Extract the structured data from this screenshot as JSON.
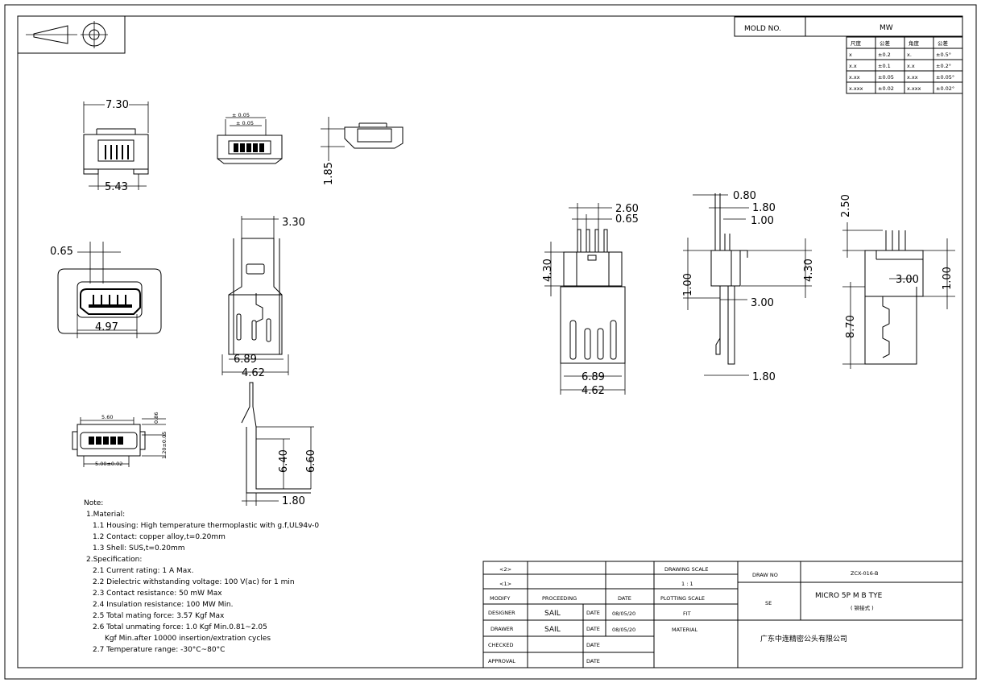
{
  "mold": {
    "label": "MOLD NO.",
    "value": "MW"
  },
  "tolerance": {
    "headers": [
      "尺度",
      "公差",
      "角度",
      "公差"
    ],
    "rows": [
      [
        "x",
        "±0.2",
        "x.",
        "±0.5°"
      ],
      [
        "x.x",
        "±0.1",
        "x.x",
        "±0.2°"
      ],
      [
        "x.xx",
        "±0.05",
        "x.xx",
        "±0.05°"
      ],
      [
        "x.xxx",
        "±0.02",
        "x.xxx",
        "±0.02°"
      ]
    ]
  },
  "dims": {
    "top_width": "7.30",
    "top_base": "5.43",
    "side_height": "1.85",
    "front_left": "0.65",
    "front_width": "4.97",
    "mid_top": "3.30",
    "mid_w1": "6.89",
    "mid_w2": "4.62",
    "lower_h1": "6.40",
    "lower_h2": "6.60",
    "lower_w": "1.80",
    "small_top": "5.60",
    "small_right_top": "0.86",
    "small_right": "1.20±0.05",
    "small_bottom": "5.00±0.02",
    "small_top_tol": "± 0.05",
    "small_top_tol2": "± 0.05",
    "r_a_260": "2.60",
    "r_a_065": "0.65",
    "r_a_430": "4.30",
    "r_a_689": "6.89",
    "r_a_462": "4.62",
    "r_b_080": "0.80",
    "r_b_180": "1.80",
    "r_b_100": "1.00",
    "r_b_100_left": "1.00",
    "r_b_430": "4.30",
    "r_b_300": "3.00",
    "r_b_180_bottom": "1.80",
    "r_c_250": "2.50",
    "r_c_300": "3.00",
    "r_c_100": "1.00",
    "r_c_870": "8.70"
  },
  "notes": [
    "Note:",
    "1.Material:",
    "1.1 Housing: High temperature thermoplastic with g.f,UL94v-0",
    "1.2 Contact: copper alloy,t=0.20mm",
    "1.3 Shell: SUS,t=0.20mm",
    "2.Specification:",
    "2.1 Current rating: 1 A Max.",
    "2.2 Dielectric withstanding voltage: 100 V(ac) for 1 min",
    "2.3 Contact resistance: 50 mW Max",
    "2.4 Insulation resistance: 100 MW Min.",
    "2.5 Total mating force: 3.57 Kgf Max",
    "2.6 Total unmating force: 1.0 Kgf Min.0.81~2.05",
    "Kgf Min.after 10000 insertion/extration cycles",
    "2.7 Temperature range: -30°C~80°C"
  ],
  "title_block": {
    "rev2": "<2>",
    "rev1": "<1>",
    "modify": "MODIFY",
    "proceeding": "PROCEEDING",
    "date_h": "DATE",
    "designer": "DESIGNER",
    "designer_name": "SAIL",
    "designer_date_l": "DATE",
    "designer_date": "08/05/20",
    "drawer": "DRAWER",
    "drawer_name": "SAIL",
    "drawer_date_l": "DATE",
    "drawer_date": "08/05/20",
    "checked": "CHECKED",
    "checked_date_l": "DATE",
    "approval": "APPROVAL",
    "approval_date_l": "DATE",
    "drawing_scale": "DRAWING SCALE",
    "scale_value": "1 : 1",
    "plotting_scale": "PLOTTING SCALE",
    "fit": "FIT",
    "material": "MATERIAL",
    "draw_no_label": "DRAW NO",
    "draw_no": "ZCX-016-B",
    "se": "SE",
    "title": "MICRO 5P M B TYE",
    "subtitle": "( 铆接式 )",
    "company": "广东中连精密公头有限公司"
  }
}
